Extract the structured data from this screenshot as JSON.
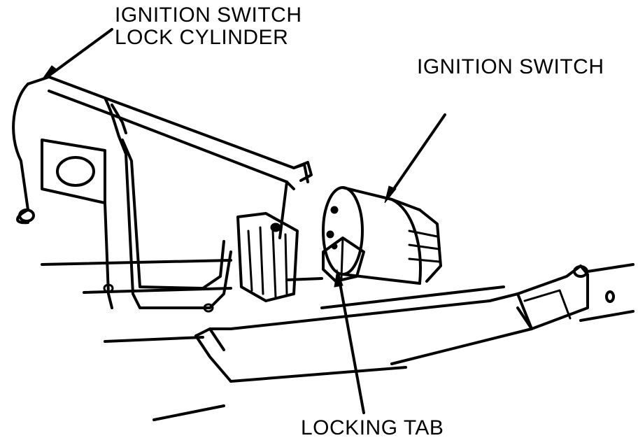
{
  "labels": {
    "lock_cylinder_line1": "IGNITION SWITCH",
    "lock_cylinder_line2": "LOCK CYLINDER",
    "ignition_switch": "IGNITION SWITCH",
    "locking_tab": "LOCKING TAB"
  },
  "colors": {
    "ink": "#000000",
    "paper": "#ffffff"
  }
}
